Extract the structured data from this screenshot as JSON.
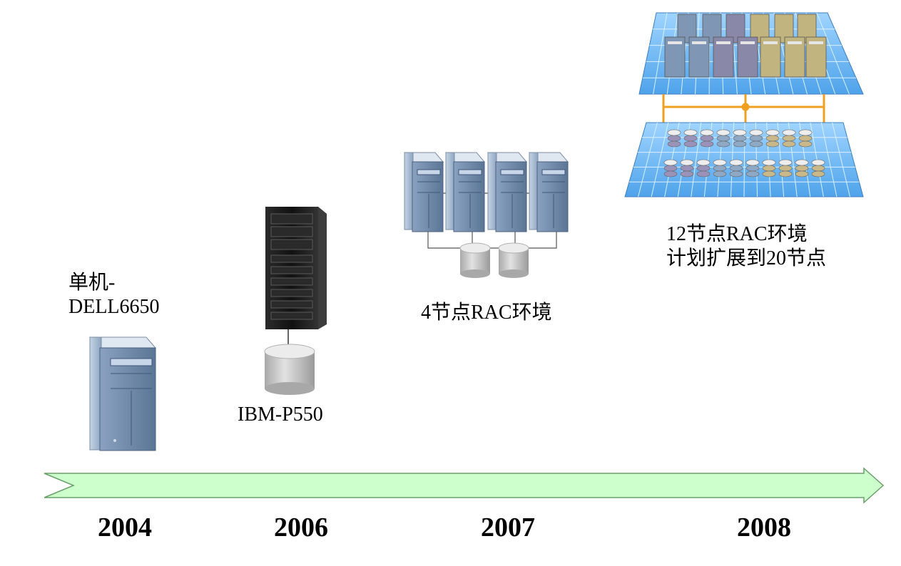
{
  "timeline": {
    "arrow_color": "#ccffcc",
    "arrow_stroke": "#6aa06a",
    "years": [
      "2004",
      "2006",
      "2007",
      "2008"
    ]
  },
  "stages": [
    {
      "lines": [
        "单机-",
        "DELL6650"
      ]
    },
    {
      "lines": [
        "IBM-P550"
      ]
    },
    {
      "lines": [
        "4节点RAC环境"
      ]
    },
    {
      "lines": [
        "12节点RAC环境",
        "计划扩展到20节点"
      ]
    }
  ],
  "colors": {
    "server_front": "#6d87a8",
    "server_side": "#9fb4cc",
    "disk": "#c8c8c8",
    "grid_blue": "#5aa8e8",
    "interconnect": "#f0a020",
    "rack_black": "#1a1a1a"
  }
}
